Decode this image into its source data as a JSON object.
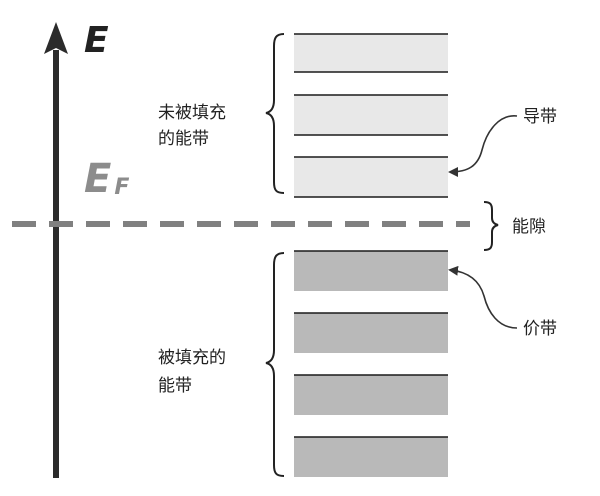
{
  "axis": {
    "label": "E"
  },
  "fermi_level": {
    "symbol": "E",
    "subscript": "F"
  },
  "labels": {
    "unfilled_bands_line1": "未被填充",
    "unfilled_bands_line2": "的能带",
    "filled_bands_line1": "被填充的",
    "filled_bands_line2": "能带",
    "conduction_band": "导带",
    "band_gap": "能隙",
    "valence_band": "价带"
  },
  "colors": {
    "axis": "#2b2b2b",
    "fermi_line": "#808080",
    "unfilled_band_fill": "#e8e8e8",
    "filled_band_fill": "#b9b9b9",
    "band_line": "#1a1a1a"
  }
}
